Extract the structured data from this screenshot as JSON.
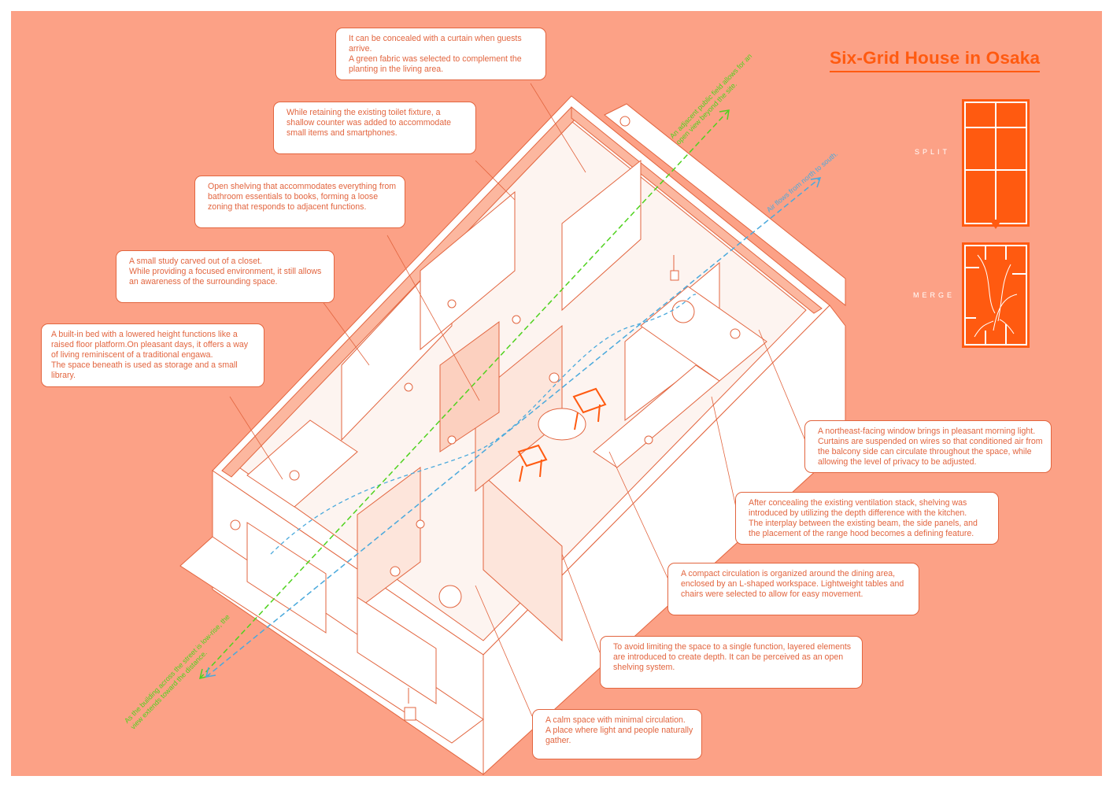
{
  "title": "Six-Grid House in Osaka",
  "diagram": {
    "split_label": "SPLIT",
    "merge_label": "MERGE"
  },
  "arrows": {
    "green_top": "An adjacent public field allows for an open view beyond the site.",
    "blue_top": "Air flows from north to south.",
    "green_bottom": "As the building across the street is low-rise, the view extends toward the distance."
  },
  "callouts": {
    "curtain": [
      "It can be concealed with a curtain when guests arrive.",
      "A green fabric was selected to complement the planting in the living area."
    ],
    "toilet": [
      "While retaining the existing toilet fixture, a shallow counter was added to accommodate small items and smartphones."
    ],
    "shelving": [
      "Open shelving that accommodates everything from bathroom essentials to books, forming a loose zoning that responds to adjacent functions."
    ],
    "study": [
      "A small study carved out of a closet.",
      "While providing a focused environment, it still allows an awareness of the surrounding space."
    ],
    "bed": [
      "A built-in bed with a lowered height functions like a raised floor platform.On pleasant days, it offers a way of living reminiscent of a traditional engawa.",
      "The space beneath is used as storage and a small library."
    ],
    "window": [
      "A northeast-facing window brings in pleasant morning light. Curtains are suspended on wires so that conditioned air from the balcony side can circulate throughout the space, while allowing the level of privacy to be adjusted."
    ],
    "ventilation": [
      "After concealing the existing ventilation stack, shelving was introduced by utilizing the depth difference with the kitchen.",
      "The interplay between the existing beam, the side panels, and the placement of the range hood becomes a defining feature."
    ],
    "circulation": [
      "A compact circulation is organized around the dining area, enclosed by an L-shaped workspace. Lightweight tables and chairs were selected to allow for easy movement."
    ],
    "layered": [
      "To avoid limiting the space to a single function, layered elements are introduced to create depth. It can be perceived as an open shelving system."
    ],
    "calm": [
      "A calm space with minimal circulation.",
      "A place where light and people naturally gather."
    ]
  },
  "colors": {
    "background": "#fca186",
    "accent": "#ff5a10",
    "line": "#e2653f",
    "green_arrow": "#4fd21e",
    "blue_arrow": "#4aa9dc"
  }
}
